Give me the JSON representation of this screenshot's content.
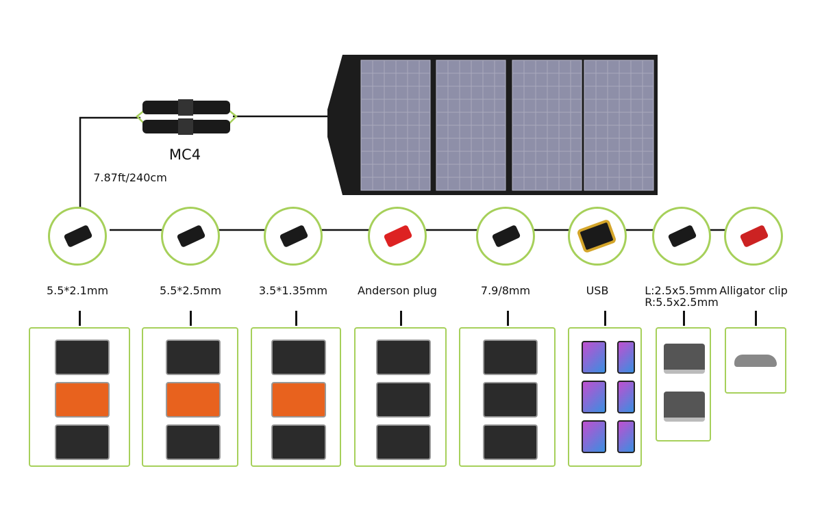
{
  "cable": {
    "connector_label": "MC4",
    "length_label": "7.87ft/240cm"
  },
  "colors": {
    "accent_green": "#a6d05a",
    "panel_cell": "#8e8fa8",
    "panel_frame": "#1c1c1c",
    "device_orange": "#e8621e"
  },
  "connectors": [
    {
      "label": "5.5*2.1mm",
      "icon": "barrel-plug-icon"
    },
    {
      "label": "5.5*2.5mm",
      "icon": "barrel-plug-icon"
    },
    {
      "label": "3.5*1.35mm",
      "icon": "barrel-plug-icon"
    },
    {
      "label": "Anderson plug",
      "icon": "anderson-plug-icon"
    },
    {
      "label": "7.9/8mm",
      "icon": "barrel-plug-icon"
    },
    {
      "label": "USB",
      "icon": "usb-plug-icon"
    },
    {
      "label": "L:2.5x5.5mm",
      "label2": "R:5.5x2.5mm",
      "icon": "dual-plug-icon"
    },
    {
      "label": "Alligator clip",
      "icon": "alligator-clip-icon"
    }
  ]
}
